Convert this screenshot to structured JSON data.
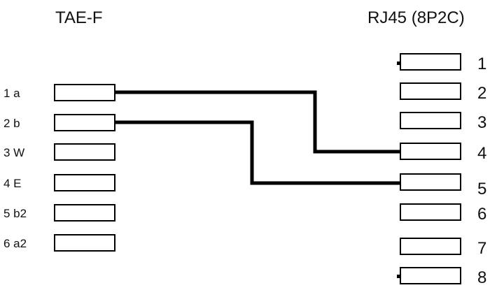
{
  "tae": {
    "title": "TAE-F",
    "pins": [
      "1 a",
      "2 b",
      "3 W",
      "4 E",
      "5 b2",
      "6 a2"
    ]
  },
  "rj45": {
    "title": "RJ45 (8P2C)",
    "pins": [
      "1",
      "2",
      "3",
      "4",
      "5",
      "6",
      "7",
      "8"
    ]
  },
  "connections": [
    {
      "from": "1 a",
      "to": "4"
    },
    {
      "from": "2 b",
      "to": "5"
    }
  ],
  "colors": {
    "line": "#000000",
    "text": "#111111",
    "background": "#ffffff"
  }
}
